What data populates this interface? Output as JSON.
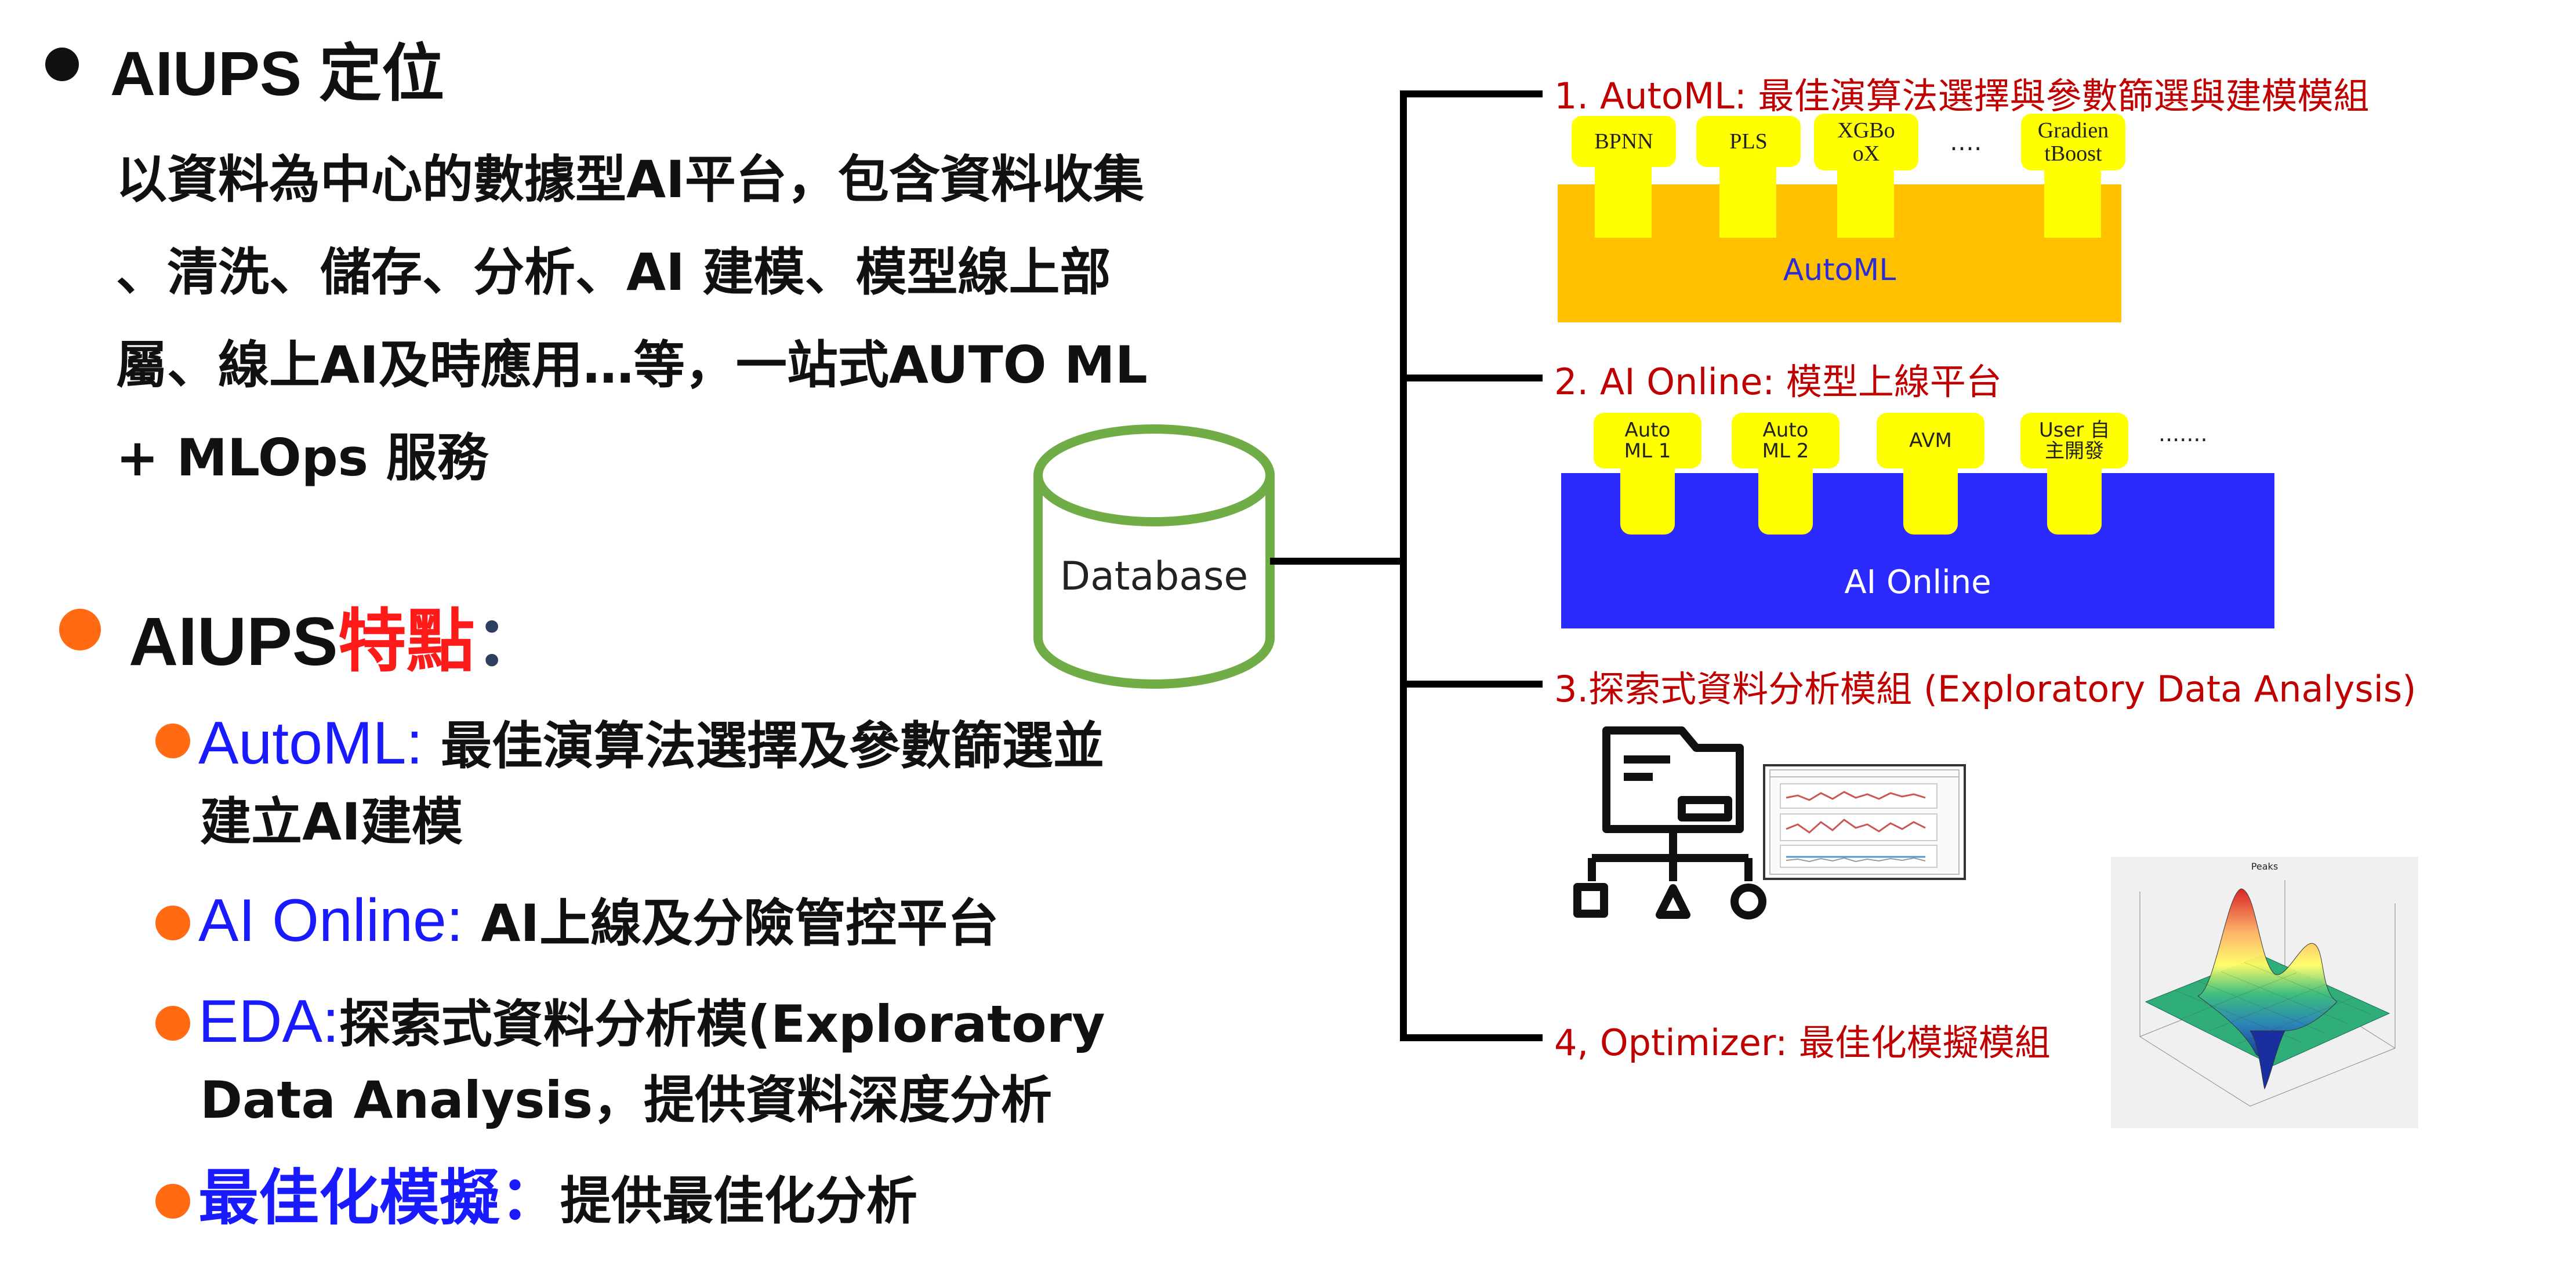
{
  "left": {
    "heading1": "AIUPS 定位",
    "para_lines": [
      "以資料為中心的數據型AI平台，包含資料收集",
      "、清洗、儲存、分析、AI 建模、模型線上部",
      "屬、線上AI及時應用…等，一站式AUTO ML",
      "+ MLOps 服務"
    ],
    "heading2_prefix": "AIUPS",
    "heading2_highlight": "特點",
    "heading2_colon": "：",
    "features": [
      {
        "key": "AutoML:",
        "text_line1": " 最佳演算法選擇及參數篩選並",
        "text_line2": "建立AI建模"
      },
      {
        "key": "AI Online:",
        "text_line1": " AI上線及分險管控平台"
      },
      {
        "key": "EDA:",
        "text_line1": "探索式資料分析模(Exploratory",
        "text_line2": "Data Analysis，提供資料深度分析"
      },
      {
        "key": "最佳化模擬：",
        "text_line1": "提供最佳化分析"
      }
    ]
  },
  "diagram": {
    "database_label": "Database",
    "sections": [
      {
        "title": "1. AutoML: 最佳演算法選擇與參數篩選與建模模組",
        "bar_label": "AutoML",
        "chips": [
          "BPNN",
          "PLS",
          "XGBo\noX",
          "Gradien\ntBoost"
        ],
        "ellipsis": "….",
        "bar_color": "#ffc000",
        "bar_text_color": "#2b2bd9"
      },
      {
        "title": "2. AI Online: 模型上線平台",
        "bar_label": "AI Online",
        "chips": [
          "Auto\nML 1",
          "Auto\nML 2",
          "AVM",
          "User 自\n主開發"
        ],
        "ellipsis": ".......",
        "bar_color": "#2b2bff",
        "bar_text_color": "#ffffff"
      },
      {
        "title": "3.探索式資料分析模組 (Exploratory Data Analysis)"
      },
      {
        "title": "4, Optimizer: 最佳化模擬模組"
      }
    ],
    "peaks_title": "Peaks",
    "accent_colors": {
      "section_title": "#c00000",
      "chip": "#ffff00",
      "db_outline": "#70ad47",
      "bullet_orange": "#ff6a13"
    }
  }
}
